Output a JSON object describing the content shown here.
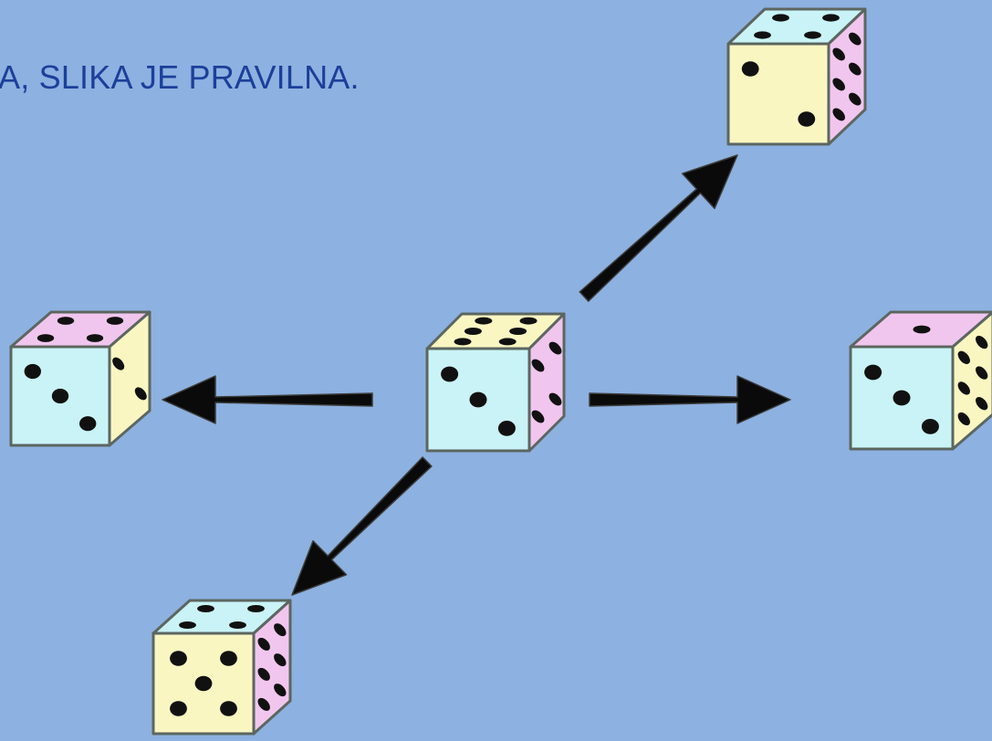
{
  "caption": "A, SLIKA JE PRAVILNA.",
  "colors": {
    "background": "#8db1e0",
    "text": "#1c3f9a",
    "face_cyan": "#c9f3f6",
    "face_yellow": "#f9f6c2",
    "face_pink": "#f1c6ee",
    "pip": "#111111",
    "outline": "#5c6660",
    "arrow": "#0a0a0a"
  },
  "icons": [
    "die-icon",
    "arrow-icon"
  ],
  "dice": [
    {
      "name": "die-center",
      "front": {
        "face": "cyan",
        "pips": 3
      },
      "top": {
        "face": "yellow",
        "pips": 6
      },
      "side": {
        "face": "pink",
        "pips": 4
      }
    },
    {
      "name": "die-top-right",
      "front": {
        "face": "yellow",
        "pips": 2
      },
      "top": {
        "face": "cyan",
        "pips": 4
      },
      "side": {
        "face": "pink",
        "pips": 6
      }
    },
    {
      "name": "die-left",
      "front": {
        "face": "cyan",
        "pips": 3
      },
      "top": {
        "face": "pink",
        "pips": 4
      },
      "side": {
        "face": "yellow",
        "pips": 2
      }
    },
    {
      "name": "die-right",
      "front": {
        "face": "cyan",
        "pips": 3
      },
      "top": {
        "face": "pink",
        "pips": 1
      },
      "side": {
        "face": "yellow",
        "pips": 6
      }
    },
    {
      "name": "die-bottom-left",
      "front": {
        "face": "yellow",
        "pips": 5
      },
      "top": {
        "face": "cyan",
        "pips": 4
      },
      "side": {
        "face": "pink",
        "pips": 6
      }
    }
  ],
  "arrows": [
    {
      "name": "arrow-up-right",
      "direction": "up-right"
    },
    {
      "name": "arrow-left",
      "direction": "left"
    },
    {
      "name": "arrow-right",
      "direction": "right"
    },
    {
      "name": "arrow-down-left",
      "direction": "down-left"
    }
  ]
}
